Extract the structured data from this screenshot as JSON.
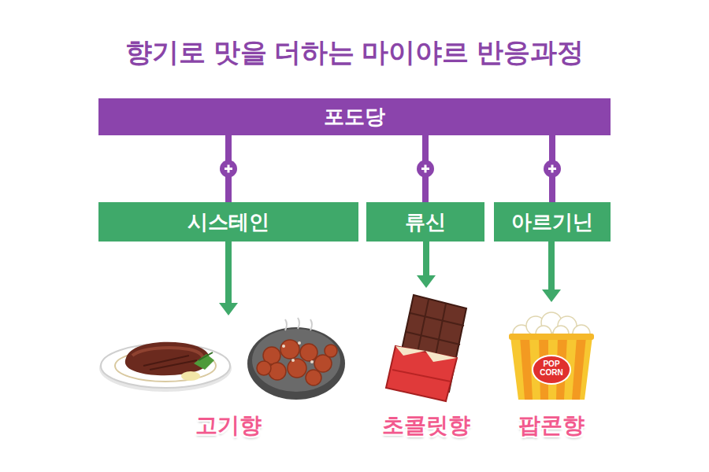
{
  "diagram": {
    "title": "향기로 맛을 더하는 마이야르 반응과정",
    "nodes": [
      {
        "text": [
          "포도당"
        ]
      },
      {
        "text": [
          "시스테인"
        ]
      },
      {
        "text": [
          "류신"
        ]
      },
      {
        "text": [
          "아르기닌"
        ]
      }
    ],
    "edges": [
      {
        "from": 0,
        "to": 1,
        "arrow": "none"
      },
      {
        "from": 0,
        "to": 2,
        "arrow": "none"
      },
      {
        "from": 0,
        "to": 3,
        "arrow": "none"
      }
    ],
    "labels": [
      "고기향",
      "초콜릿향",
      "팝콘향",
      "POP CORN"
    ]
  }
}
